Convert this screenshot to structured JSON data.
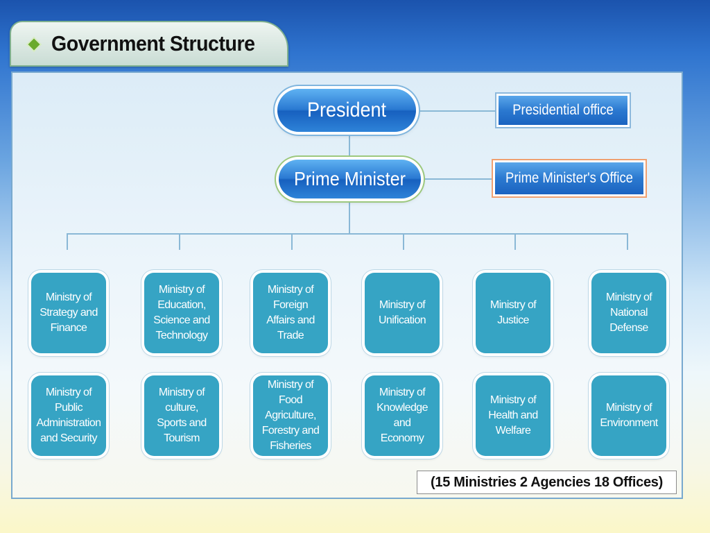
{
  "header": {
    "title": "Government Structure"
  },
  "chart": {
    "president": "President",
    "presidential_office": "Presidential office",
    "prime_minister": "Prime Minister",
    "prime_ministers_office": "Prime Minister's Office",
    "ministries_row1": [
      "Ministry of\nStrategy and\nFinance",
      "Ministry of\nEducation,\nScience and\nTechnology",
      "Ministry of\nForeign\nAffairs and\nTrade",
      "Ministry of\nUnification",
      "Ministry of\nJustice",
      "Ministry of\nNational\nDefense"
    ],
    "ministries_row2": [
      "Ministry of\nPublic\nAdministration\nand Security",
      "Ministry of\nculture,\nSports and\nTourism",
      "Ministry of\nFood\nAgriculture,\nForestry and\nFisheries",
      "Ministry of\nKnowledge\nand\nEconomy",
      "Ministry of\nHealth and\nWelfare",
      "Ministry of\nEnvironment"
    ],
    "note": "(15 Ministries 2 Agencies 18 Offices)"
  },
  "colors": {
    "ministry_box": "#36a4c4",
    "pill_blue": "#2a79d2",
    "accent_green": "#6aaa2c",
    "accent_orange": "#f0a070"
  }
}
